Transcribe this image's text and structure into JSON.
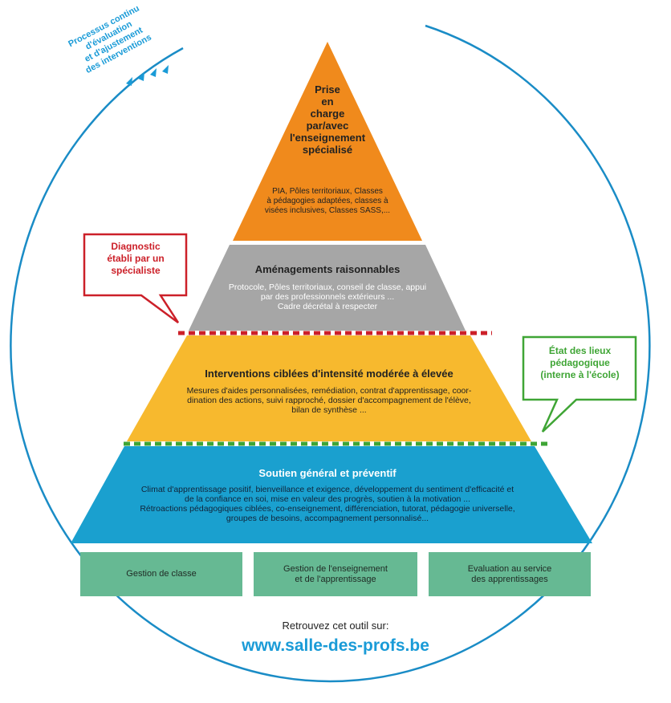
{
  "process_label": [
    "Processus continu",
    "d'évaluation",
    "et d'ajustement",
    "des interventions"
  ],
  "tiers": {
    "top": {
      "title": [
        "Prise",
        "en",
        "charge",
        "par/avec",
        "l'enseignement",
        "spécialisé"
      ],
      "body": [
        "PIA, Pôles territoriaux, Classes",
        "à pédagogies adaptées, classes à",
        "visées inclusives, Classes SASS,..."
      ],
      "color": "#f08a1c"
    },
    "second": {
      "title": "Aménagements raisonnables",
      "body": [
        "Protocole, Pôles territoriaux, conseil de classe, appui",
        "par des professionnels extérieurs ...",
        "Cadre décrétal à respecter"
      ],
      "color": "#a6a6a6"
    },
    "third": {
      "title": "Interventions ciblées d'intensité modérée à élevée",
      "body": [
        "Mesures d'aides personnalisées, remédiation, contrat d'apprentissage, coor-",
        "dination des actions, suivi rapproché, dossier d'accompagnement de l'élève,",
        "bilan de synthèse ..."
      ],
      "color": "#f7b92e"
    },
    "base": {
      "title": "Soutien général et préventif",
      "body": [
        "Climat d'apprentissage positif, bienveillance et exigence, développement du sentiment d'efficacité et",
        "de la confiance en soi,  mise en valeur des progrès, soutien à la motivation ...",
        "Rétroactions pédagogiques ciblées, co-enseignement, différenciation, tutorat, pédagogie universelle,",
        "groupes de besoins, accompagnement personnalisé..."
      ],
      "color": "#1aa0cf"
    }
  },
  "callouts": {
    "diagnostic": {
      "lines": [
        "Diagnostic",
        "établi par un",
        "spécialiste"
      ],
      "color": "#cc2029"
    },
    "etat": {
      "lines": [
        "État des lieux",
        "pédagogique",
        "(interne à l'école)"
      ],
      "color": "#3fa535"
    }
  },
  "foundations": [
    {
      "label": [
        "Gestion de classe"
      ]
    },
    {
      "label": [
        "Gestion de l'enseignement",
        "et de l'apprentissage"
      ]
    },
    {
      "label": [
        "Evaluation au service",
        "des apprentissages"
      ]
    }
  ],
  "footer": {
    "prompt": "Retrouvez cet outil sur:",
    "url": "www.salle-des-profs.be"
  },
  "colors": {
    "circle": "#1a8cc6",
    "url": "#1a9bd7",
    "foundation": "#66b993",
    "arrow": "#1a9bd7"
  }
}
